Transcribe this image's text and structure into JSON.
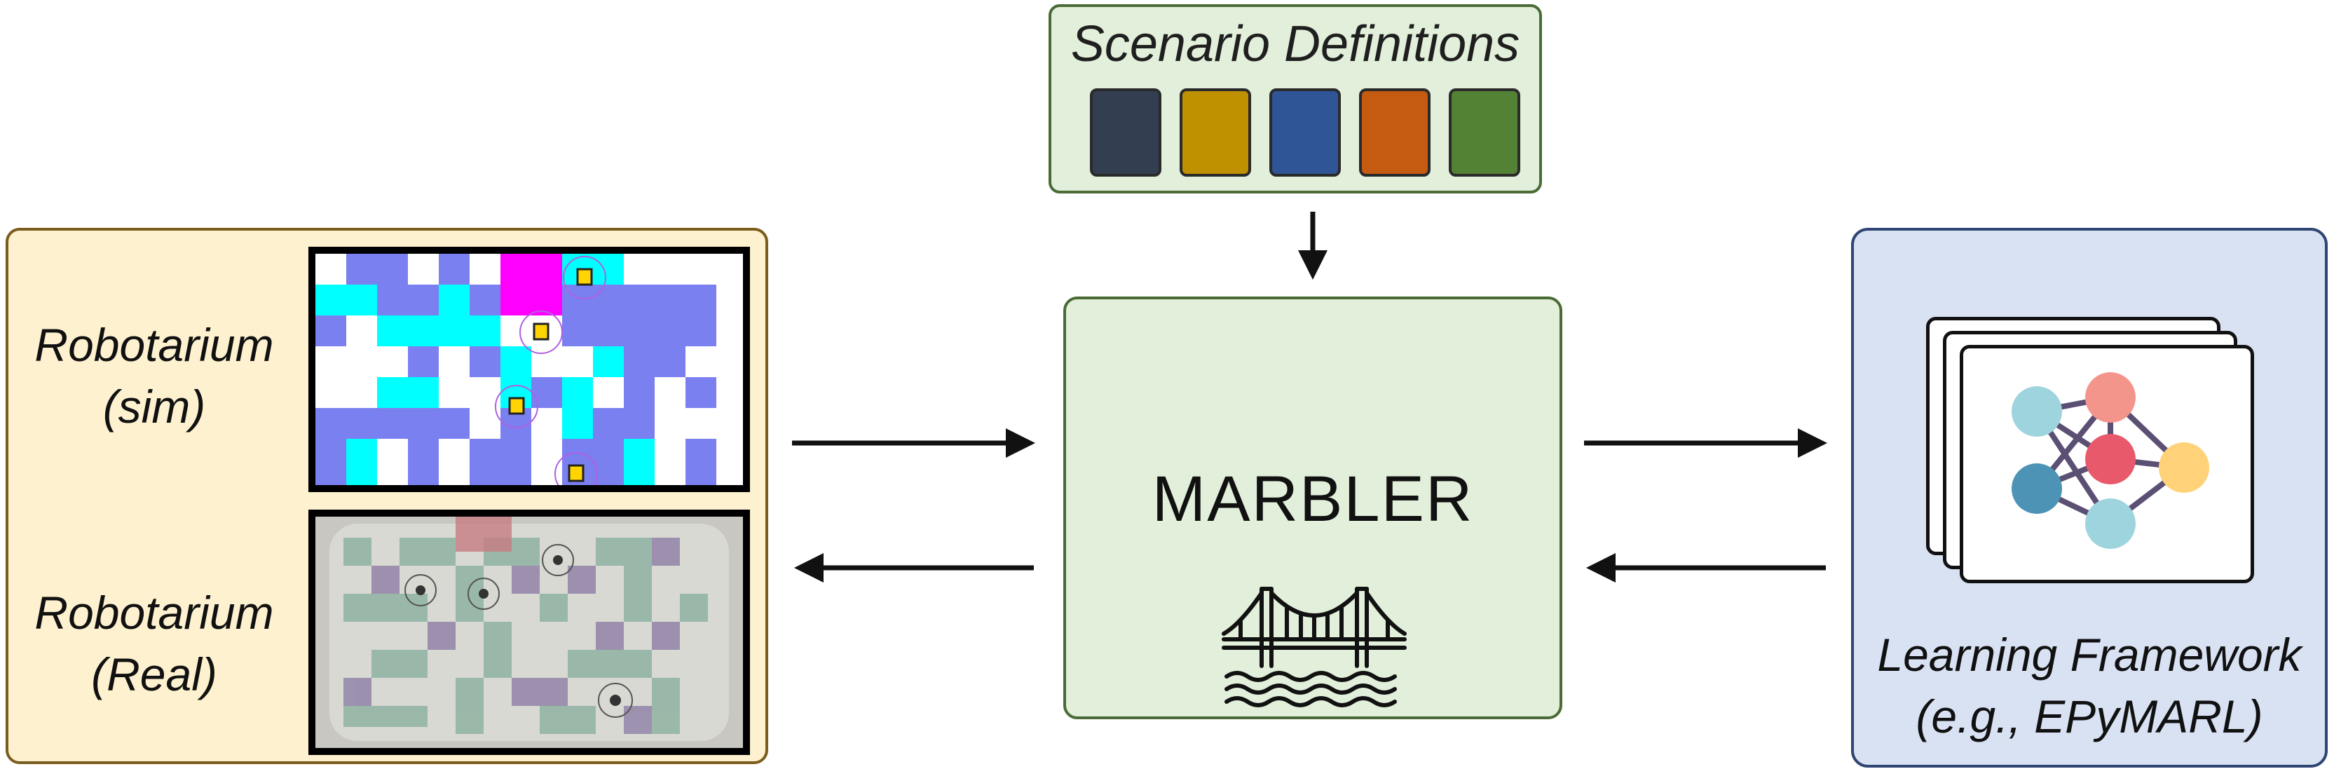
{
  "scenario": {
    "title": "Scenario Definitions",
    "swatches": [
      {
        "color": "#333f50"
      },
      {
        "color": "#bf9000"
      },
      {
        "color": "#2f5597"
      },
      {
        "color": "#c55a11"
      },
      {
        "color": "#548235"
      }
    ]
  },
  "marbler": {
    "label": "MARBLER",
    "icon": "bridge-icon"
  },
  "robotarium": {
    "sim_label_line1": "Robotarium",
    "sim_label_line2": "(sim)",
    "real_label_line1": "Robotarium",
    "real_label_line2": "(Real)"
  },
  "learning": {
    "label_line1": "Learning Framework",
    "label_line2": "(e.g., EPyMARL)",
    "icon": "neural-network-icon"
  },
  "colors": {
    "green_fill": "#e2efda",
    "green_border": "#4a6b35",
    "yellow_fill": "#fdf1cf",
    "yellow_border": "#7a5c1c",
    "blue_fill": "#d9e2f3",
    "blue_border": "#2f4573",
    "grid_cyan": "#00ffff",
    "grid_purple": "#7b80f0",
    "grid_magenta": "#ff00ff",
    "agent_yellow": "#ffd400"
  }
}
